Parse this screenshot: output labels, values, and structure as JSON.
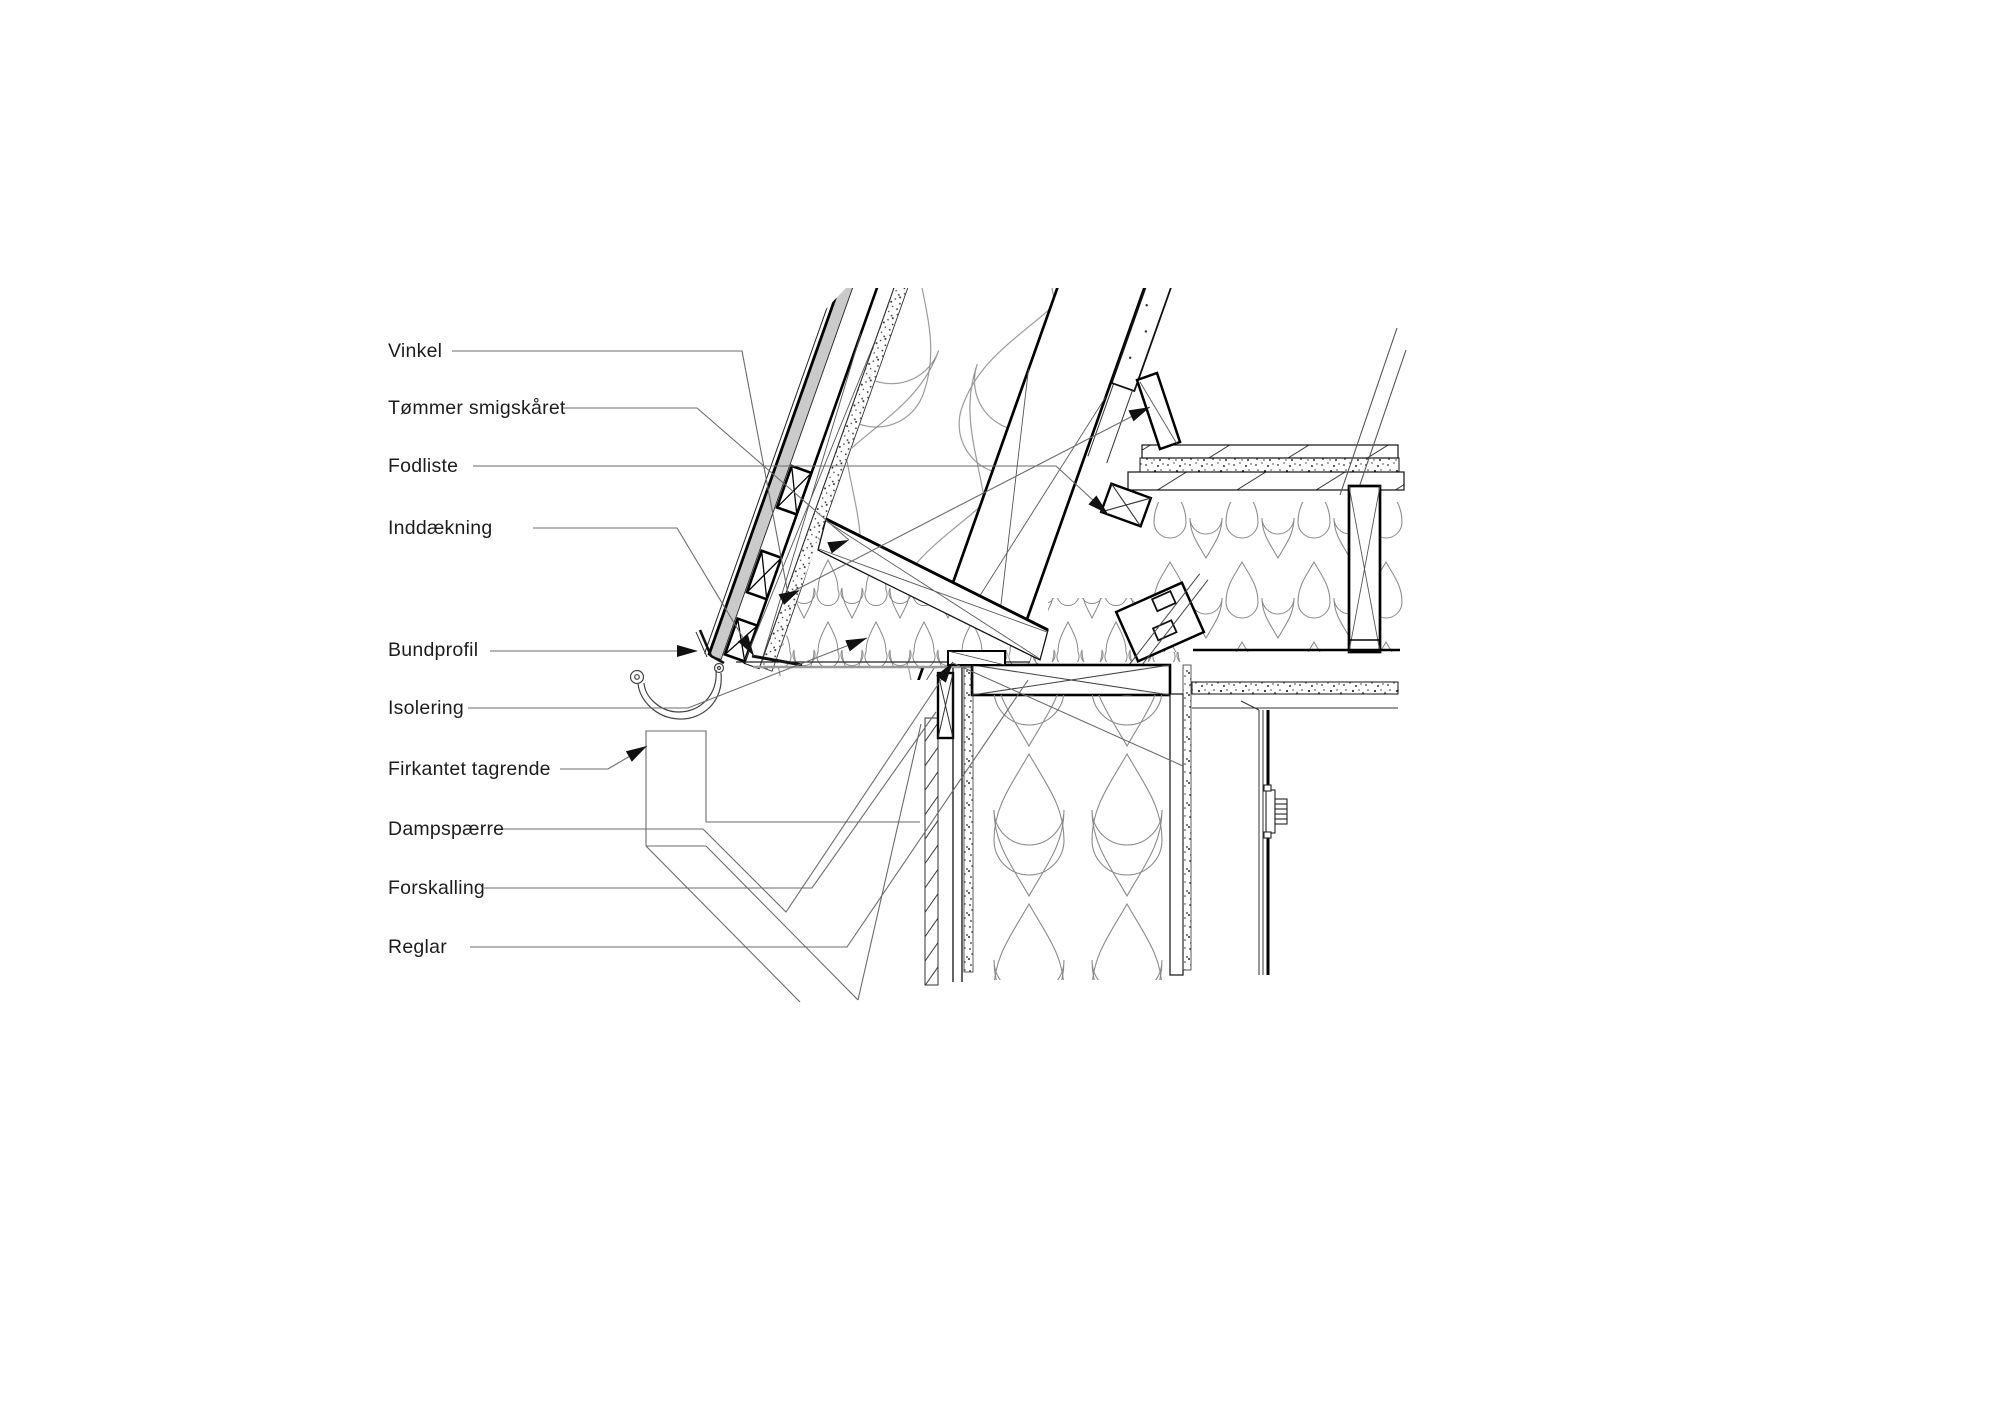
{
  "page": {
    "background": "#ffffff",
    "kind": "construction detail section drawing"
  },
  "drawing": {
    "sheet_gray": "#cacaca",
    "line_black": "#111111",
    "insulation_gray": "#8a8a8a",
    "leader_gray": "#6b6b6b"
  },
  "labels": [
    {
      "text": "Vinkel"
    },
    {
      "text": "Tømmer smigskåret"
    },
    {
      "text": "Fodliste"
    },
    {
      "text": "Inddækning"
    },
    {
      "text": "Bundprofil"
    },
    {
      "text": "Isolering"
    },
    {
      "text": "Firkantet tagrende"
    },
    {
      "text": "Dampspærre"
    },
    {
      "text": "Forskalling"
    },
    {
      "text": "Reglar"
    }
  ]
}
